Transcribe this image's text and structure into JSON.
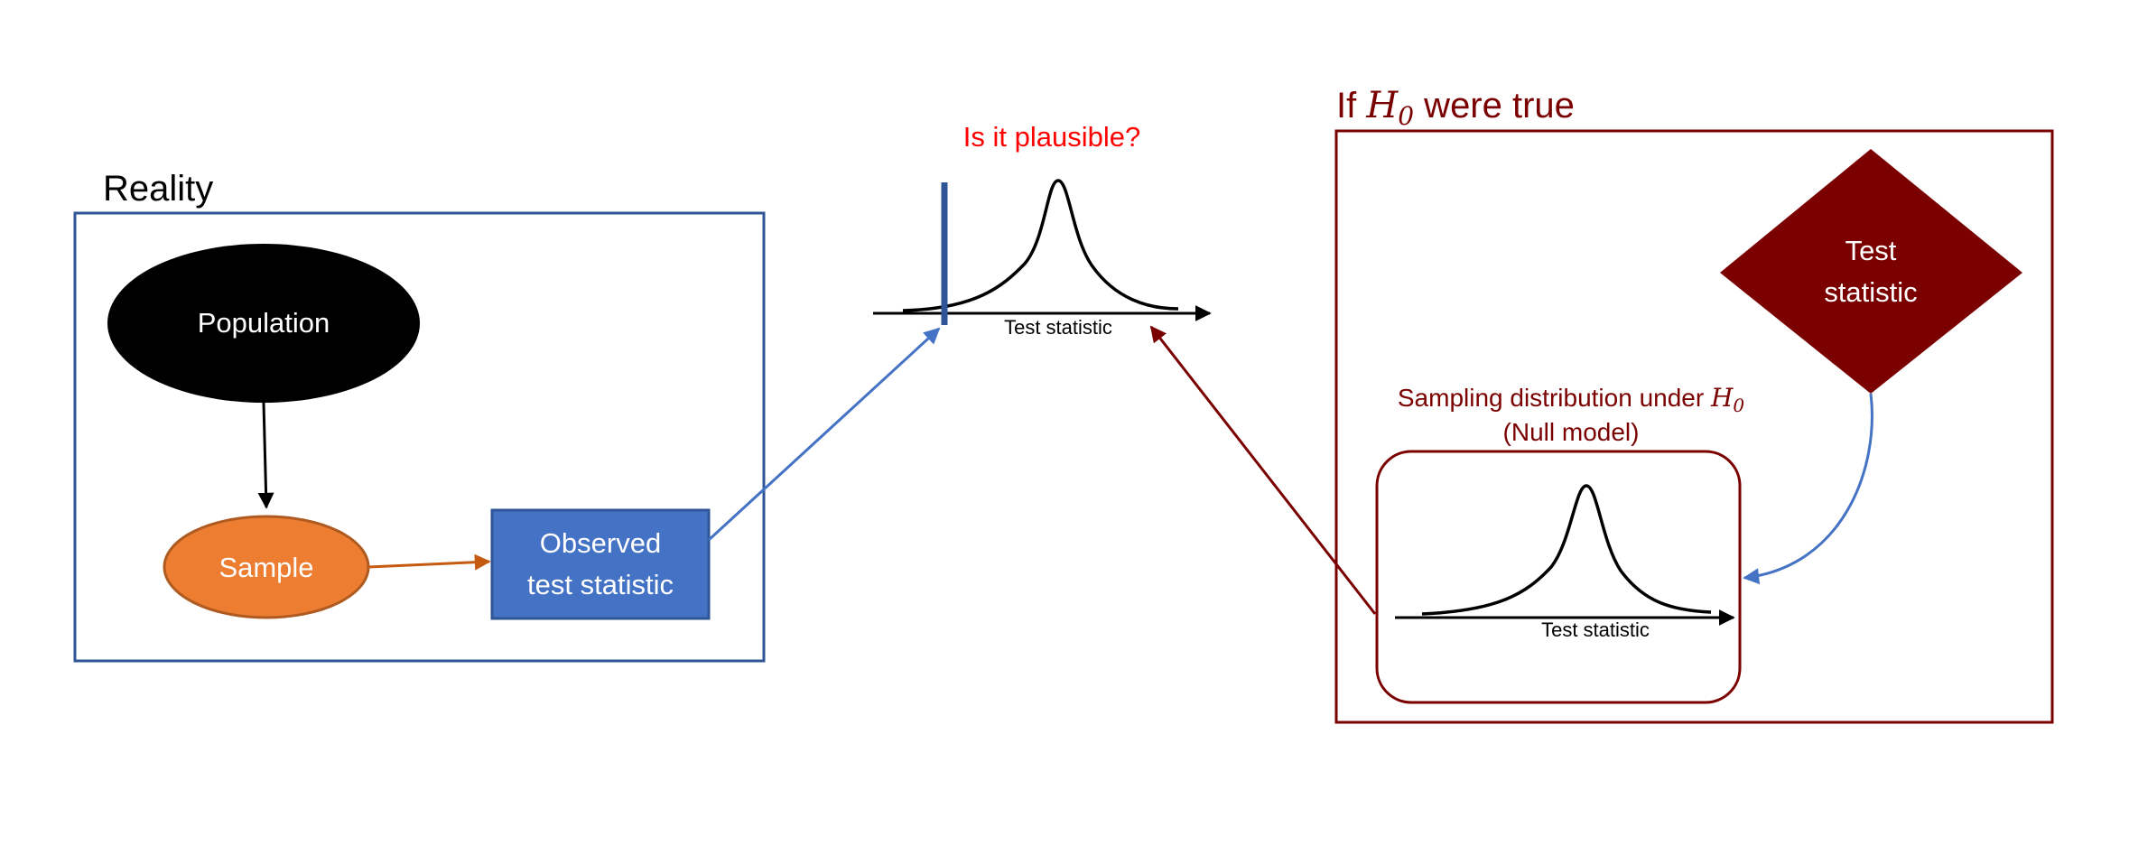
{
  "reality": {
    "title": "Reality",
    "population_label": "Population",
    "sample_label": "Sample",
    "observed_line1": "Observed",
    "observed_line2": "test statistic"
  },
  "center": {
    "question": "Is it plausible?",
    "axis_label": "Test statistic"
  },
  "null_world": {
    "title_prefix": "If ",
    "title_var": "H",
    "title_sub": "0",
    "title_suffix": " were true",
    "test_stat_line1": "Test",
    "test_stat_line2": "statistic",
    "sampling_line1_prefix": "Sampling distribution under ",
    "sampling_var": "H",
    "sampling_sub": "0",
    "sampling_line2": "(Null model)",
    "axis_label": "Test statistic"
  },
  "colors": {
    "reality_border": "#2f5597",
    "null_border": "#7b0000",
    "population_fill": "#000000",
    "sample_fill": "#ed7d31",
    "sample_border": "#ae5a21",
    "observed_fill": "#4472c4",
    "observed_border": "#2f5597",
    "diamond_fill": "#7b0000",
    "question_text": "#ff0000",
    "blue_arrow": "#4472c4",
    "red_arrow": "#7b0000",
    "orange_arrow": "#c55a11"
  }
}
